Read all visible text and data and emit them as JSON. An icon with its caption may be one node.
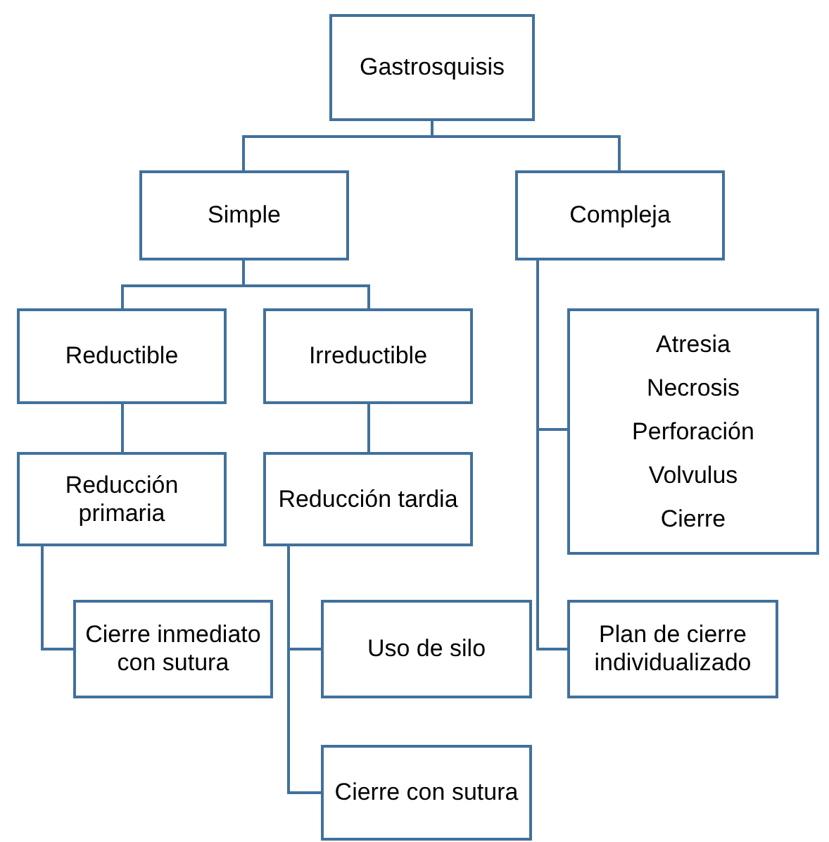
{
  "diagram": {
    "nodes": [
      {
        "text": [
          "Gastrosquisis"
        ]
      },
      {
        "text": [
          "Simple"
        ]
      },
      {
        "text": [
          "Compleja"
        ]
      },
      {
        "text": [
          "Reductible"
        ]
      },
      {
        "text": [
          "Irreductible"
        ]
      },
      {
        "text": [
          "Reducción primaria"
        ]
      },
      {
        "text": [
          "Reducción tardia"
        ]
      },
      {
        "text": [
          "Atresia",
          "Necrosis",
          "Perforación",
          "Volvulus",
          "Cierre"
        ]
      },
      {
        "text": [
          "Cierre inmediato con sutura"
        ]
      },
      {
        "text": [
          "Uso de silo"
        ]
      },
      {
        "text": [
          "Plan de cierre individualizado"
        ]
      },
      {
        "text": [
          "Cierre con sutura"
        ]
      }
    ],
    "edges": [
      {
        "from": 0,
        "to": 1,
        "arrow": "none"
      },
      {
        "from": 0,
        "to": 2,
        "arrow": "none"
      },
      {
        "from": 1,
        "to": 3,
        "arrow": "none"
      },
      {
        "from": 1,
        "to": 4,
        "arrow": "none"
      },
      {
        "from": 3,
        "to": 5,
        "arrow": "none"
      },
      {
        "from": 4,
        "to": 6,
        "arrow": "none"
      },
      {
        "from": 2,
        "to": 7,
        "arrow": "none"
      },
      {
        "from": 2,
        "to": 10,
        "arrow": "none"
      },
      {
        "from": 5,
        "to": 8,
        "arrow": "none"
      },
      {
        "from": 6,
        "to": 9,
        "arrow": "none"
      },
      {
        "from": 6,
        "to": 11,
        "arrow": "none"
      }
    ]
  }
}
